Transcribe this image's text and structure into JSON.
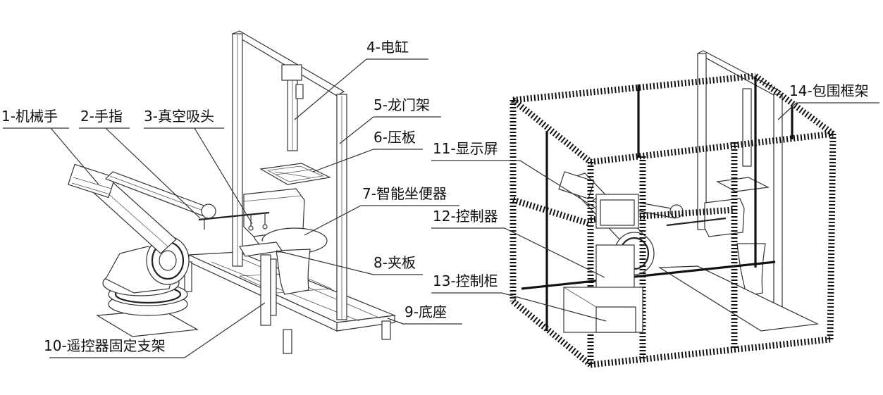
{
  "labels": {
    "robot_arm": "1-机械手",
    "finger": "2-手指",
    "vacuum_suction": "3-真空吸头",
    "electric_cylinder": "4-电缸",
    "gantry": "5-龙门架",
    "pressure_plate": "6-压板",
    "smart_toilet": "7-智能坐便器",
    "clamp_plate": "8-夹板",
    "base": "9-底座",
    "remote_bracket": "10-遥控器固定支架",
    "display": "11-显示屏",
    "controller": "12-控制器",
    "control_cabinet": "13-控制柜",
    "enclosure_frame": "14-包围框架"
  }
}
